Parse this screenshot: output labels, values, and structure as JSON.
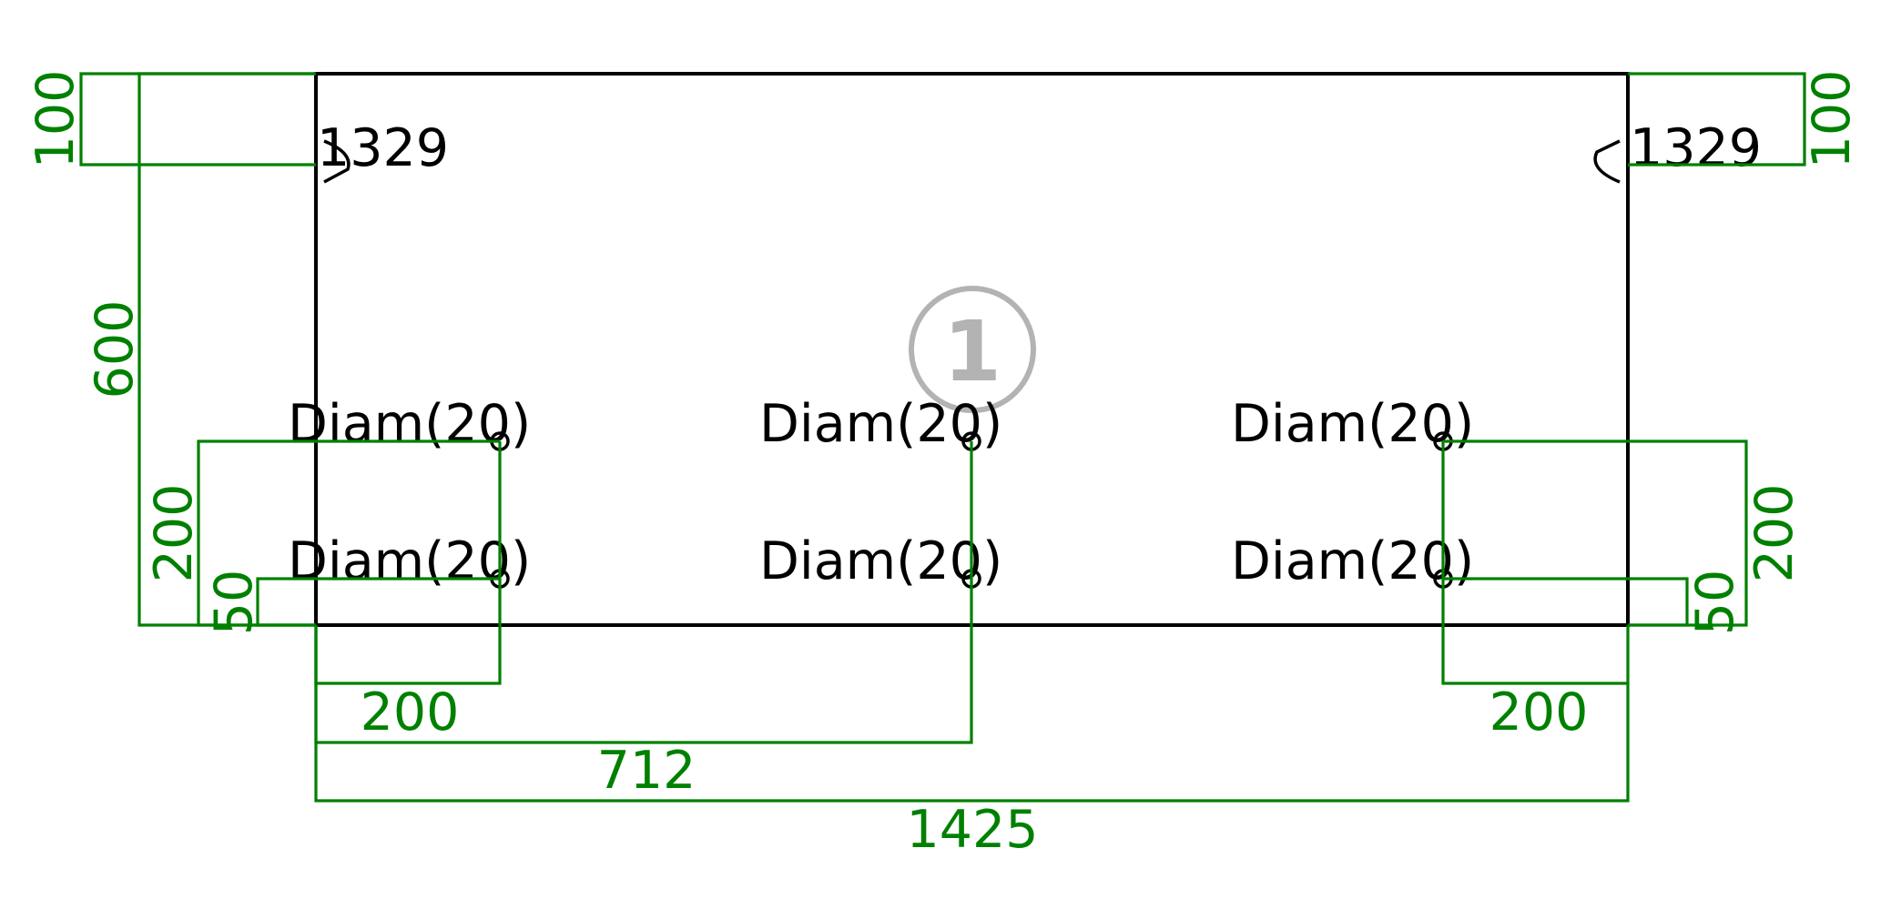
{
  "drawing": {
    "badge": "1",
    "top_left_label": "1329",
    "top_right_label": "1329",
    "holes": [
      {
        "label": "Diam(20)"
      },
      {
        "label": "Diam(20)"
      },
      {
        "label": "Diam(20)"
      },
      {
        "label": "Diam(20)"
      },
      {
        "label": "Diam(20)"
      },
      {
        "label": "Diam(20)"
      }
    ],
    "dimensions": {
      "top_left_height": "100",
      "top_right_height": "100",
      "left_total_height": "600",
      "left_upper_row": "200",
      "left_lower_row": "50",
      "right_upper_row": "200",
      "right_lower_row": "50",
      "bottom_left_offset": "200",
      "bottom_middle_offset": "712",
      "bottom_right_offset": "200",
      "overall_width": "1425"
    }
  },
  "colors": {
    "outline": "#000000",
    "dimension": "#008000",
    "badge": "#b3b3b3"
  }
}
